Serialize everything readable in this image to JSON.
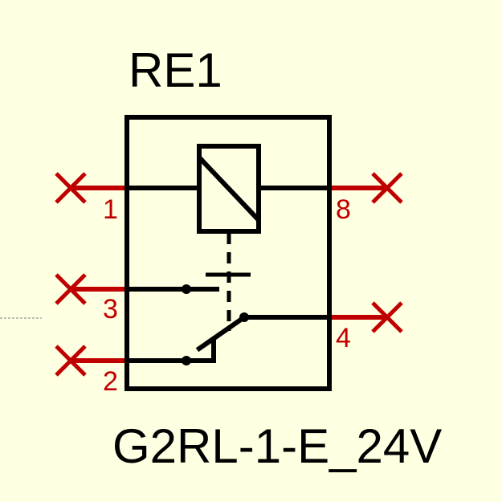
{
  "component": {
    "designator": "RE1",
    "value": "G2RL-1-E_24V"
  },
  "pins": [
    {
      "number": "1"
    },
    {
      "number": "3"
    },
    {
      "number": "2"
    },
    {
      "number": "8"
    },
    {
      "number": "4"
    }
  ],
  "colors": {
    "background": "#FFFFE1",
    "body_line": "#000000",
    "pin": "#C00000",
    "guide": "#808080"
  }
}
